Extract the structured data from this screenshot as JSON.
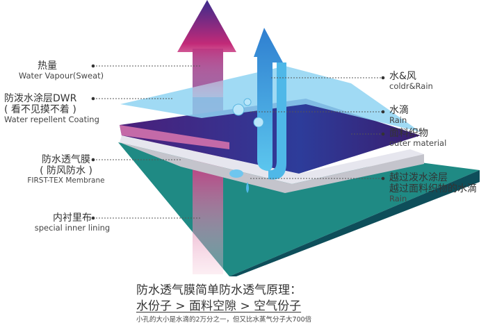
{
  "left_labels": [
    {
      "zh": "热量",
      "en": "Water Vapour(Sweat)"
    },
    {
      "zh": "防泼水涂层DWR",
      "zh2": "( 看不见摸不着 )",
      "en": "Water repellent Coating"
    },
    {
      "zh": "防水透气膜",
      "zh2": "( 防风防水 )",
      "en": "FIRST-TEX  Membrane"
    },
    {
      "zh": "内衬里布",
      "en": "special inner lining"
    }
  ],
  "right_labels": [
    {
      "zh": "水&风",
      "en": "coldr&Rain"
    },
    {
      "zh": "水滴",
      "en": "Rain"
    },
    {
      "zh": "面料织物",
      "en": "outer material"
    },
    {
      "zh": "越过泼水涂层",
      "zh2": "越过面料织物的水滴",
      "en": "Rain"
    }
  ],
  "bottom": {
    "title": "防水透气膜简单防水透气原理：",
    "formula": "水份子 > 面料空隙 > 空气份子",
    "note": "小孔的大小是水滴的2万分之一，但又比水蒸气分子大700倍"
  },
  "colors": {
    "dwr": "#8fd3f2",
    "outer": "#3b1f7a",
    "membrane": "#e8e8ee",
    "lining": "#1f8a84",
    "heat_top": "#3a2b8c",
    "heat_bottom": "#d2296f",
    "water": "#3aa6dd"
  }
}
